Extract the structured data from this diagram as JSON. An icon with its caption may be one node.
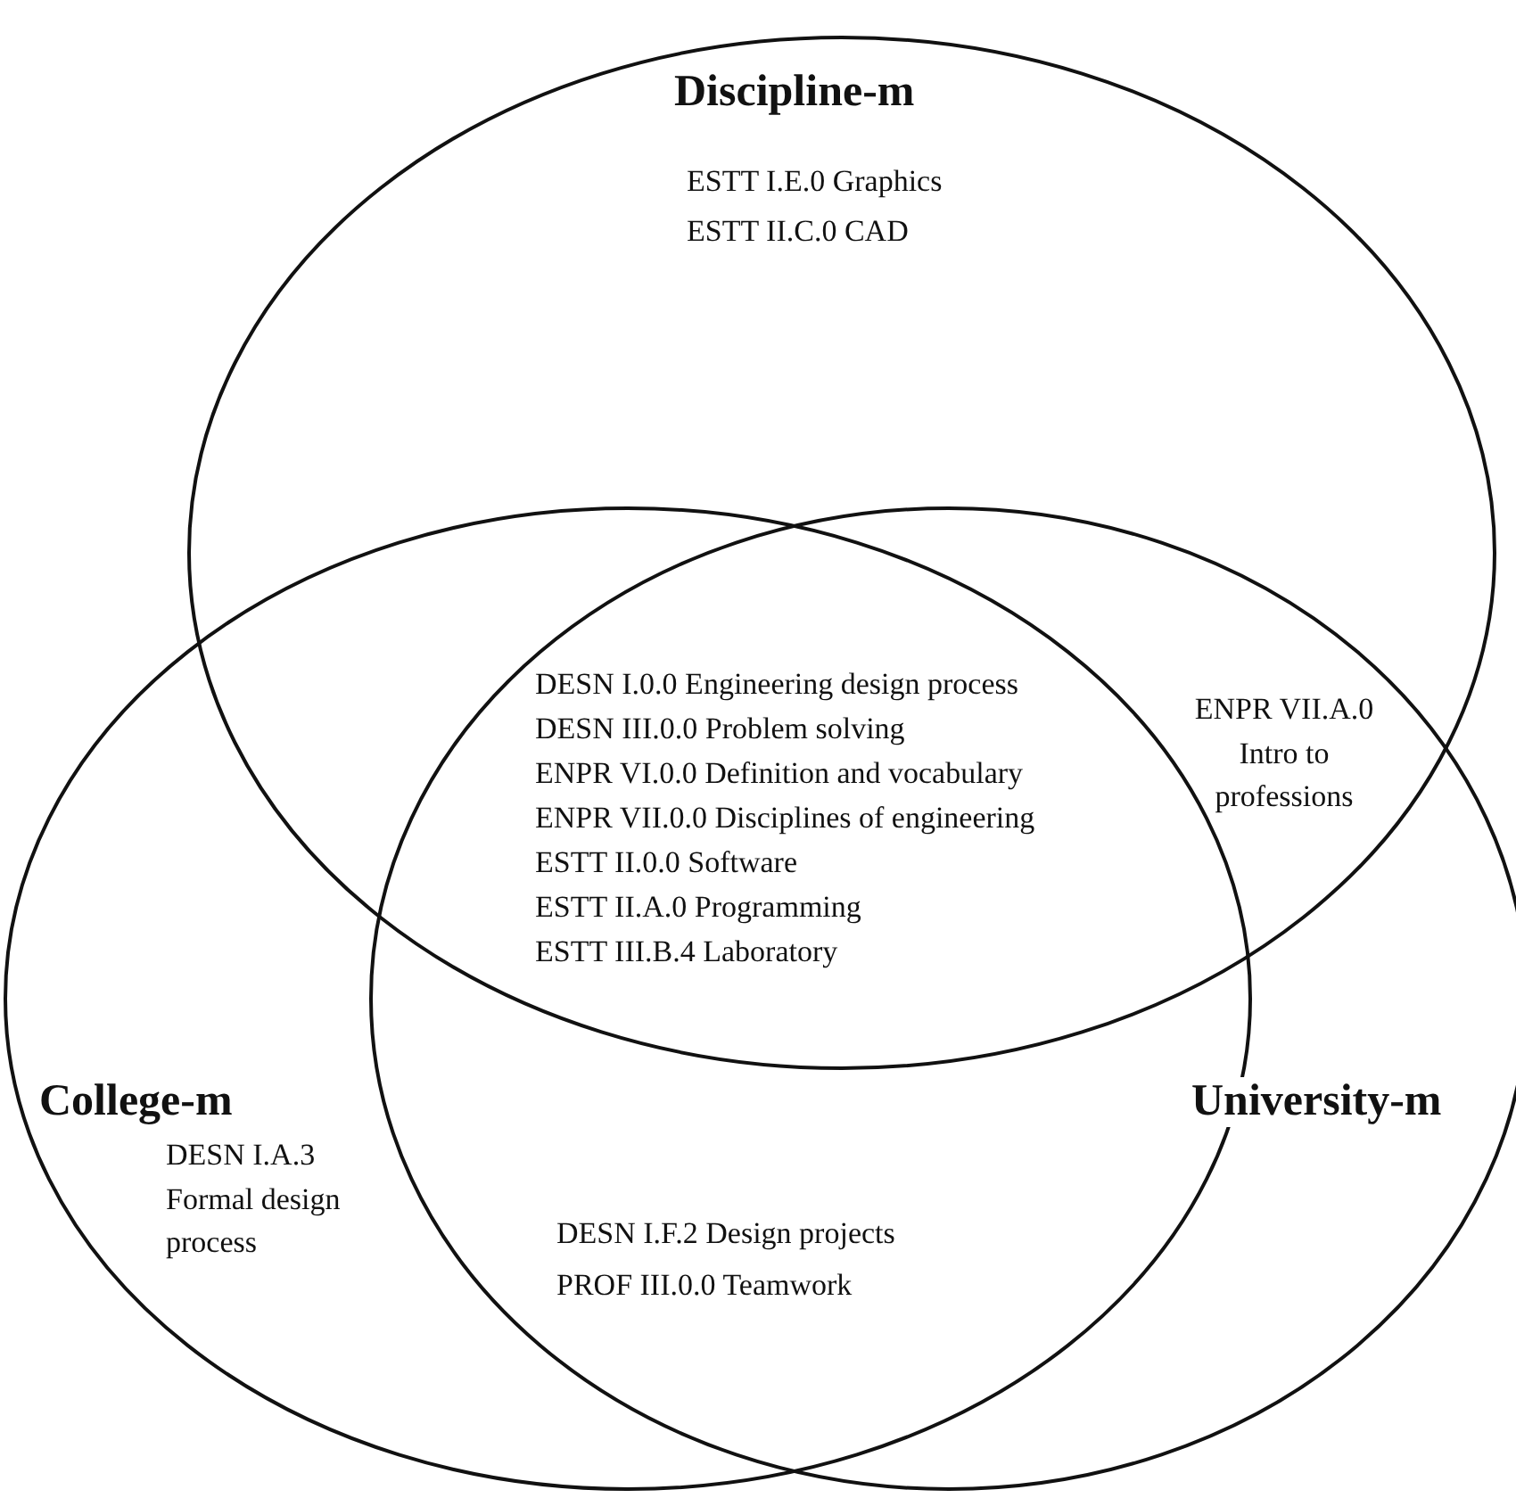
{
  "diagram": {
    "nodes": [
      {
        "text": [
          "Discipline-m"
        ]
      },
      {
        "text": [
          "College-m"
        ]
      },
      {
        "text": [
          "University-m"
        ]
      }
    ],
    "labels": [
      "ESTT I.E.0 Graphics",
      "ESTT II.C.0 CAD",
      "ENPR VII.A.0 Intro to professions",
      "DESN I.0.0 Engineering design process",
      "DESN III.0.0 Problem solving",
      "ENPR VI.0.0 Definition and vocabulary",
      "ENPR VII.0.0 Disciplines of engineering",
      "ESTT II.0.0 Software",
      "ESTT II.A.0 Programming",
      "ESTT III.B.4 Laboratory",
      "DESN I.A.3 Formal design process",
      "DESN I.F.2 Design projects",
      "PROF III.0.0 Teamwork"
    ]
  }
}
